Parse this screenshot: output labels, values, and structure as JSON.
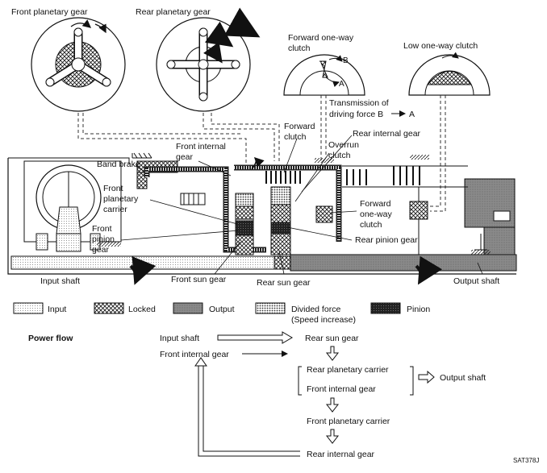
{
  "top_labels": {
    "front_planetary_gear": "Front planetary gear",
    "rear_planetary_gear": "Rear planetary gear",
    "forward_one_way_clutch_l1": "Forward one-way",
    "forward_one_way_clutch_l2": "clutch",
    "low_one_way_clutch": "Low one-way clutch",
    "mark_b": "B",
    "mark_a": "A",
    "transmission_l1": "Transmission of",
    "transmission_l2": "driving force B",
    "transmission_l3": "A"
  },
  "parts": {
    "band_brake": "Band brake",
    "front_internal_gear_l1": "Front internal",
    "front_internal_gear_l2": "gear",
    "forward_clutch_l1": "Forward",
    "forward_clutch_l2": "clutch",
    "rear_internal_gear": "Rear internal gear",
    "overrun_clutch_l1": "Overrun",
    "overrun_clutch_l2": "clutch",
    "front_planetary_carrier_l1": "Front",
    "front_planetary_carrier_l2": "planetary",
    "front_planetary_carrier_l3": "carrier",
    "forward_owc_l1": "Forward",
    "forward_owc_l2": "one-way",
    "forward_owc_l3": "clutch",
    "front_pinion_gear_l1": "Front",
    "front_pinion_gear_l2": "pinion",
    "front_pinion_gear_l3": "gear",
    "rear_pinion_gear": "Rear pinion gear",
    "input_shaft": "Input shaft",
    "front_sun_gear": "Front sun gear",
    "rear_sun_gear": "Rear sun gear",
    "output_shaft": "Output shaft"
  },
  "legend": [
    {
      "label": "Input"
    },
    {
      "label": "Locked"
    },
    {
      "label": "Output"
    },
    {
      "label": "Divided force"
    },
    {
      "label": "(Speed increase)"
    },
    {
      "label": "Pinion"
    }
  ],
  "power_flow": {
    "title": "Power flow",
    "input_shaft": "Input shaft",
    "rear_sun_gear": "Rear sun gear",
    "front_internal_gear": "Front internal gear",
    "rear_planetary_carrier": "Rear planetary carrier",
    "front_internal_gear_2": "Front internal gear",
    "output_shaft": "Output shaft",
    "front_planetary_carrier": "Front planetary carrier",
    "rear_internal_gear": "Rear internal gear"
  },
  "figure_code": "SAT378J"
}
